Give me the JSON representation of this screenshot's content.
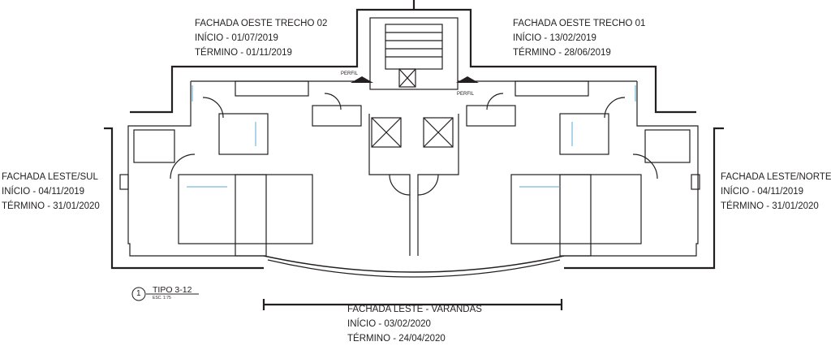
{
  "facades": {
    "oeste_02": {
      "title": "FACHADA OESTE TRECHO 02",
      "start": "INÍCIO - 01/07/2019",
      "end": "TÉRMINO - 01/11/2019"
    },
    "oeste_01": {
      "title": "FACHADA OESTE TRECHO 01",
      "start": "INÍCIO - 13/02/2019",
      "end": "TÉRMINO - 28/06/2019"
    },
    "leste_sul": {
      "title": "FACHADA LESTE/SUL",
      "start": "INÍCIO - 04/11/2019",
      "end": "TÉRMINO - 31/01/2020"
    },
    "leste_norte": {
      "title": "FACHADA LESTE/NORTE",
      "start": "INÍCIO - 04/11/2019",
      "end": "TÉRMINO - 31/01/2020"
    },
    "leste_varandas": {
      "title": "FACHADA LESTE - VARANDAS",
      "start": "INÍCIO - 03/02/2020",
      "end": "TÉRMINO - 24/04/2020"
    }
  },
  "plan": {
    "number": "1",
    "title": "TIPO 3-12",
    "scale": "ESC. 1:75",
    "perfil_left": "PERFIL",
    "perfil_right": "PERFIL"
  },
  "colors": {
    "line": "#231f20",
    "accent": "#5aa9d6"
  }
}
